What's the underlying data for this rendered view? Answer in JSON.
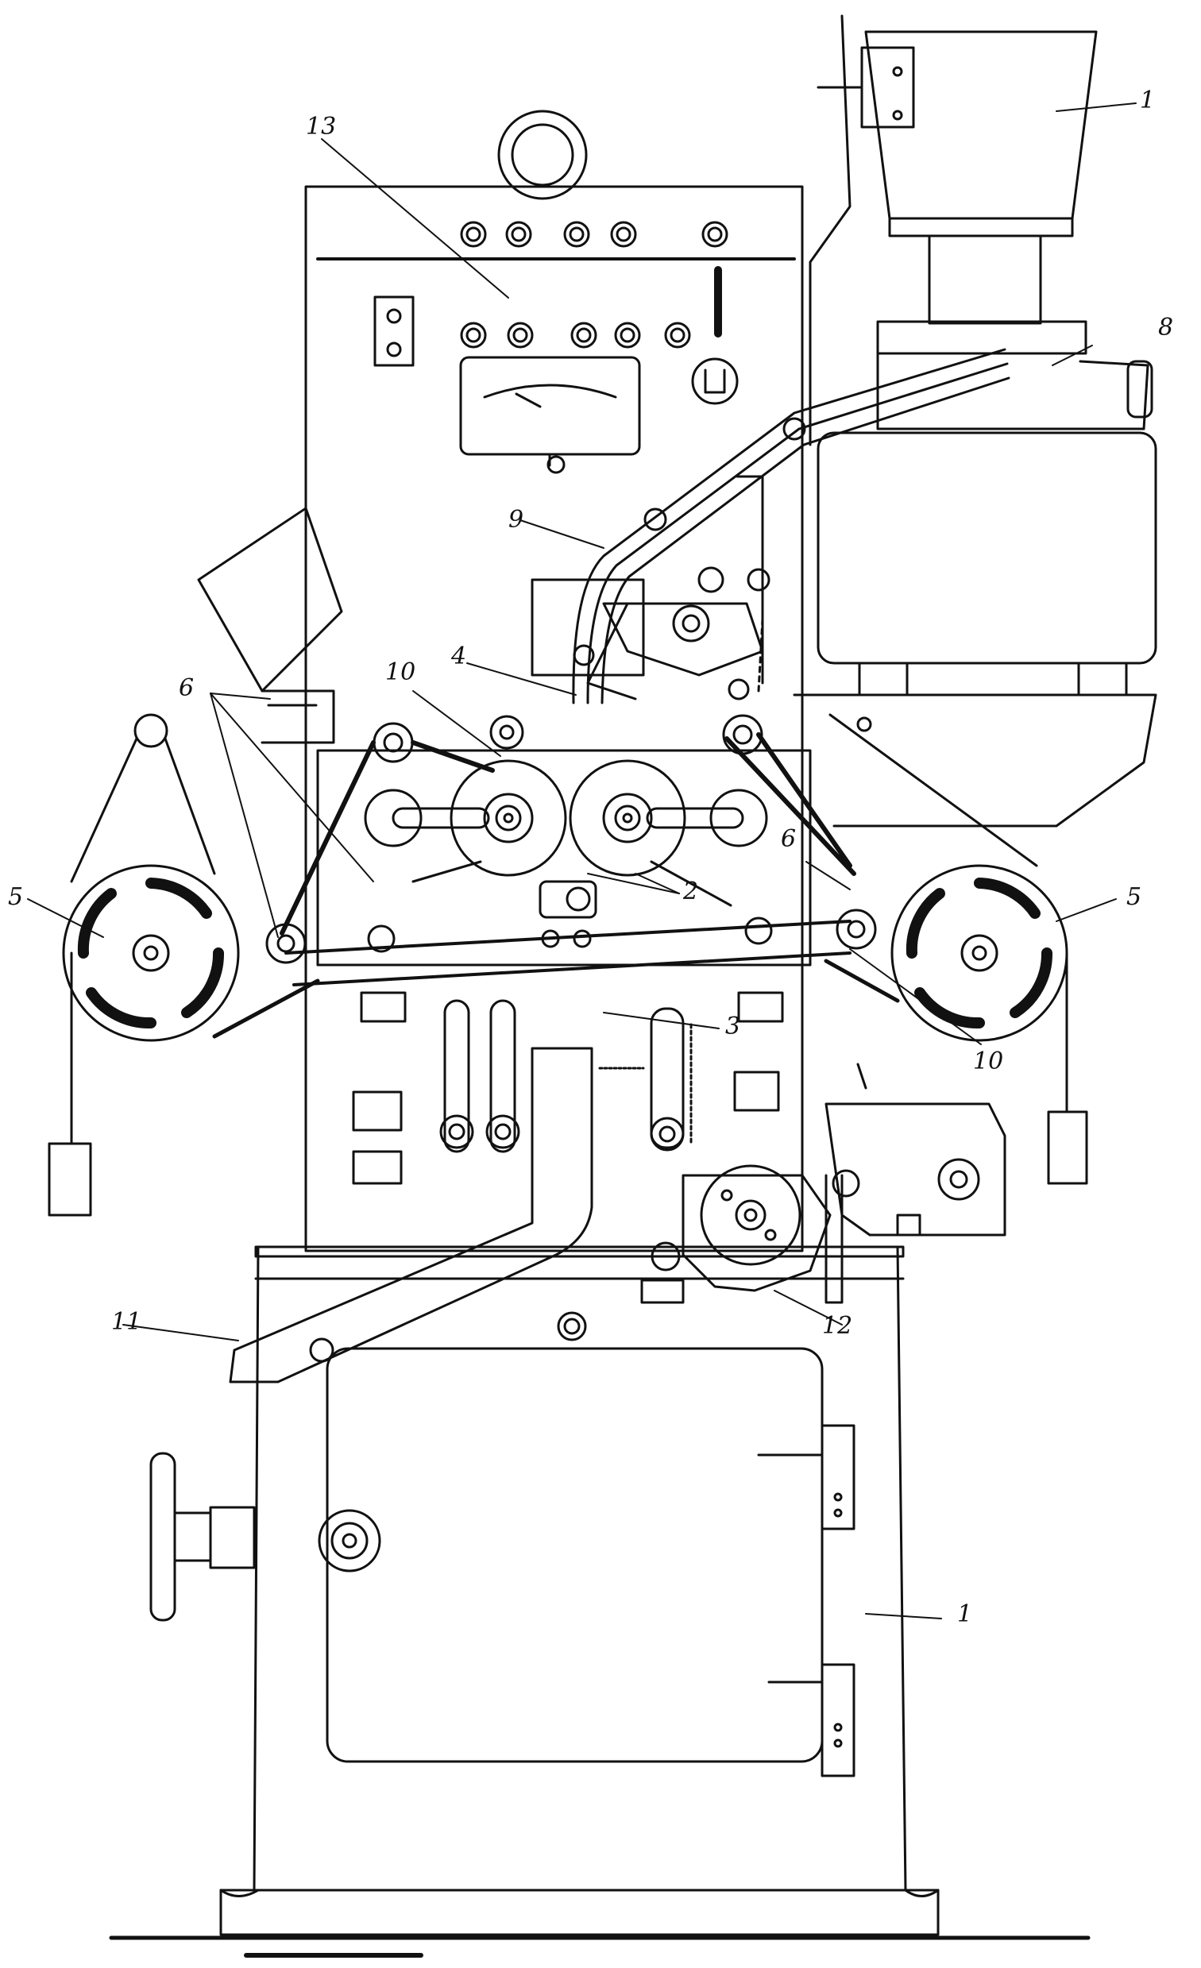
{
  "colors": {
    "ink": "#111111",
    "paper": "#ffffff"
  },
  "callouts": {
    "c1_top": "1",
    "c1_bottom": "1",
    "c2": "2",
    "c3": "3",
    "c4": "4",
    "c5_left": "5",
    "c5_right": "5",
    "c6_left": "6",
    "c6_right": "6",
    "c8": "8",
    "c9": "9",
    "c10_top": "10",
    "c10_bottom": "10",
    "c11": "11",
    "c12": "12",
    "c13": "13"
  }
}
